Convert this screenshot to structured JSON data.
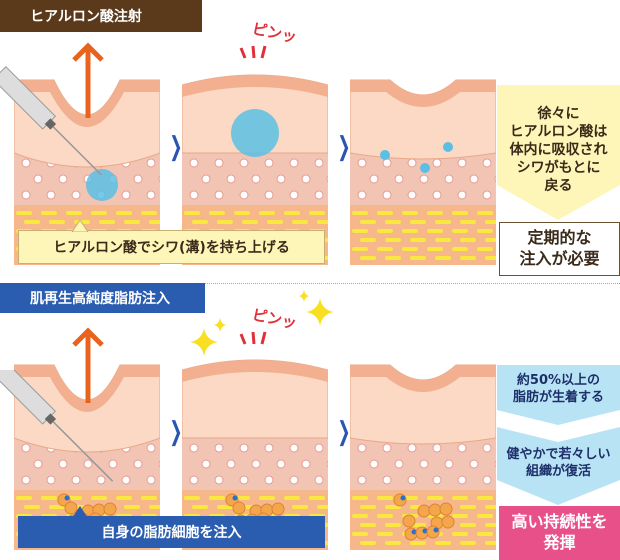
{
  "hyaluronic": {
    "title": "ヒアルロン酸注射",
    "sound": "ピンッ",
    "callout": "ヒアルロン酸でシワ(溝)を持ち上げる",
    "side_text": "徐々に\nヒアルロン酸は\n体内に吸収され\nシワがもとに\n戻る",
    "result": "定期的な\n注入が必要"
  },
  "fat": {
    "title": "肌再生高純度脂肪注入",
    "sound": "ピンッ",
    "callout": "自身の脂肪細胞を注入",
    "side_text_1": "約50%以上の\n脂肪が生着する",
    "side_text_2": "健やかで若々しい\n組織が復活",
    "result": "高い持続性を\n発揮"
  },
  "colors": {
    "brown": "#5b3a1c",
    "blue": "#2a5db0",
    "yellow_box": "#fdf6b8",
    "light_blue": "#b8e3f4",
    "pink": "#e8508a",
    "arrow": "#e8641e",
    "sound": "#e0303a"
  }
}
